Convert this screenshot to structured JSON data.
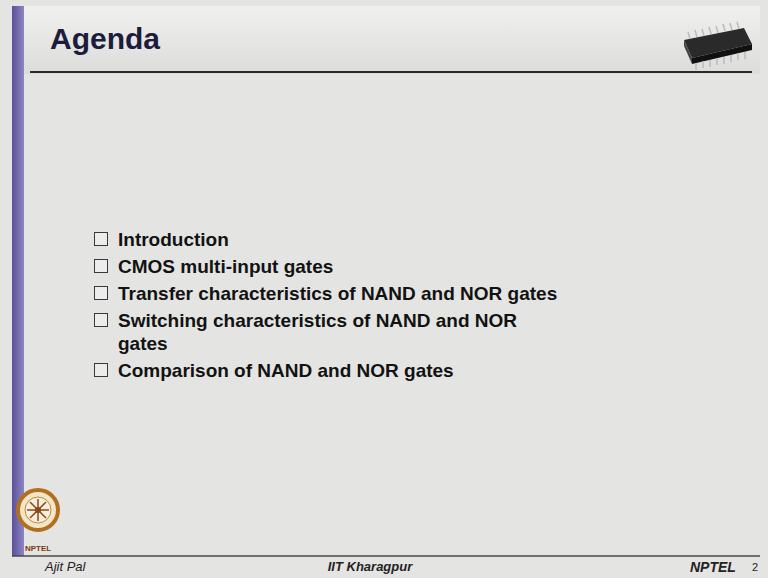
{
  "diagram": {
    "title": "Agenda",
    "labels": [
      "Introduction",
      "CMOS multi-input gates",
      "Transfer characteristics of NAND and NOR gates",
      "Switching characteristics of NAND and NOR gates",
      "Comparison of NAND and NOR gates",
      "NPTEL",
      "Ajit Pal",
      "IIT Kharagpur",
      "NPTEL",
      "2"
    ]
  }
}
